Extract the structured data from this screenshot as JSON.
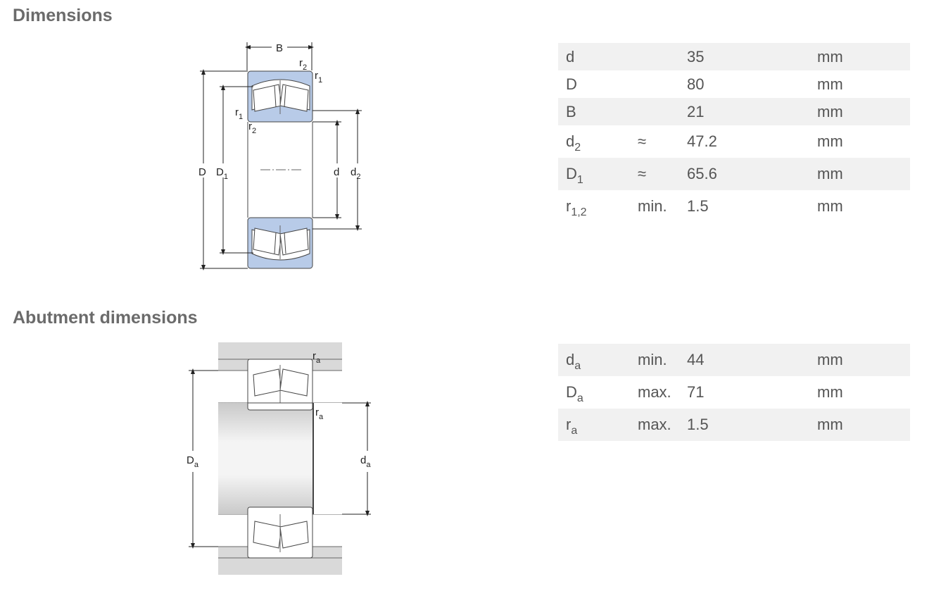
{
  "sections": {
    "dimensions": {
      "title": "Dimensions"
    },
    "abutment": {
      "title": "Abutment dimensions"
    }
  },
  "drawing_labels": {
    "B": "B",
    "r_base": "r",
    "sub_1": "1",
    "sub_2": "2",
    "D": "D",
    "D1_base": "D",
    "d": "d",
    "d2_base": "d",
    "a": "a",
    "Da_base": "D",
    "da_base": "d"
  },
  "dimensions_table": [
    {
      "symbol": "d",
      "sub": "",
      "qualifier": "",
      "value": "35",
      "unit": "mm"
    },
    {
      "symbol": "D",
      "sub": "",
      "qualifier": "",
      "value": "80",
      "unit": "mm"
    },
    {
      "symbol": "B",
      "sub": "",
      "qualifier": "",
      "value": "21",
      "unit": "mm"
    },
    {
      "symbol": "d",
      "sub": "2",
      "qualifier": "≈",
      "value": "47.2",
      "unit": "mm"
    },
    {
      "symbol": "D",
      "sub": "1",
      "qualifier": "≈",
      "value": "65.6",
      "unit": "mm"
    },
    {
      "symbol": "r",
      "sub": "1,2",
      "qualifier": "min.",
      "value": "1.5",
      "unit": "mm"
    }
  ],
  "abutment_table": [
    {
      "symbol": "d",
      "sub": "a",
      "qualifier": "min.",
      "value": "44",
      "unit": "mm"
    },
    {
      "symbol": "D",
      "sub": "a",
      "qualifier": "max.",
      "value": "71",
      "unit": "mm"
    },
    {
      "symbol": "r",
      "sub": "a",
      "qualifier": "max.",
      "value": "1.5",
      "unit": "mm"
    }
  ],
  "colors": {
    "ring_fill": "#b8cbe8",
    "housing_fill": "#d9d9d9",
    "shaft_fill": "#e2e2e2",
    "row_shade": "#f1f1f1",
    "title": "#6b6b6b"
  }
}
